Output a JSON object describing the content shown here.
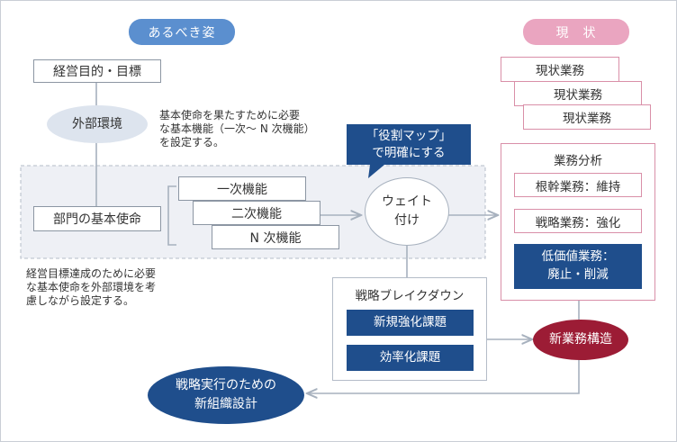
{
  "headers": {
    "ideal": "あるべき姿",
    "current": "現　状"
  },
  "left": {
    "goal": "経営目的・目標",
    "environment": "外部環境",
    "environment_note": "基本使命を果たすために必要\nな基本機能（一次～ N 次機能）\nを設定する。",
    "mission": "部門の基本使命",
    "mission_note": "経営目標達成のために必要\nな基本使命を外部環境を考\n慮しながら設定する。",
    "functions": [
      "一次機能",
      "二次機能",
      "N 次機能"
    ]
  },
  "callout": "「役割マップ」\nで明確にする",
  "weight": "ウェイト\n付け",
  "breakdown": {
    "title": "戦略ブレイクダウン",
    "items": [
      "新規強化課題",
      "効率化課題"
    ]
  },
  "current_ops": [
    "現状業務",
    "現状業務",
    "現状業務"
  ],
  "analysis": {
    "title": "業務分析",
    "items": [
      "根幹業務：維持",
      "戦略業務：強化"
    ],
    "low_value": "低価値業務：\n廃止・削減"
  },
  "new_structure": "新業務構造",
  "new_org": "戦略実行のための\n新組織設計",
  "colors": {
    "navy": "#1f4e8c",
    "ideal_pill": "#5b8fcf",
    "current_pill": "#eaa5c0",
    "pink_border": "#d98fa8",
    "dark_red": "#9c1c35",
    "band": "#eef0f5",
    "line": "#a7b1be"
  }
}
